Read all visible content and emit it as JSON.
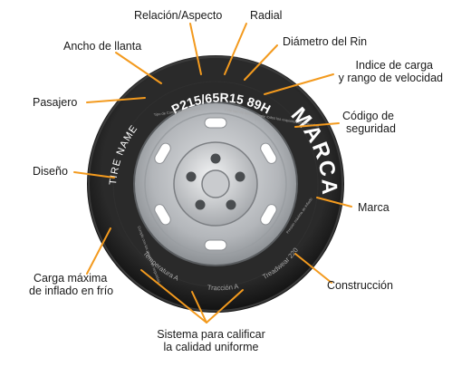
{
  "tire": {
    "size_code": "P215/65R15 89H",
    "tire_name": "TIRE NAME",
    "brand": "MARCA",
    "temperature": "Temperatura A",
    "traction": "Tracción A",
    "treadwear": "Treadwear 220",
    "fine_print_top_left": "Tipo de Construcción RADIAL",
    "fine_print_top_right": "Este tipo de llanta cumple todos los requisitos de seguridad",
    "fine_print_left": "Cumple con las normas de seguridad",
    "fine_print_right": "Presión máxima de inflado"
  },
  "labels": {
    "relacion_aspecto": "Relación/Aspecto",
    "radial": "Radial",
    "ancho_llanta": "Ancho de llanta",
    "diametro_rin": "Diámetro del Rin",
    "indice_carga_1": "Indice de carga",
    "indice_carga_2": "y rango de velocidad",
    "pasajero": "Pasajero",
    "codigo_seguridad_1": "Código de",
    "codigo_seguridad_2": "seguridad",
    "diseno": "Diseño",
    "marca": "Marca",
    "carga_maxima_1": "Carga máxima",
    "carga_maxima_2": "de inflado en frío",
    "construccion": "Construcción",
    "sistema_1": "Sistema para calificar",
    "sistema_2": "la calidad uniforme"
  },
  "colors": {
    "leader": "#f39a1e",
    "tire": "#1c1c1c",
    "rim": "#b9bcc0"
  }
}
